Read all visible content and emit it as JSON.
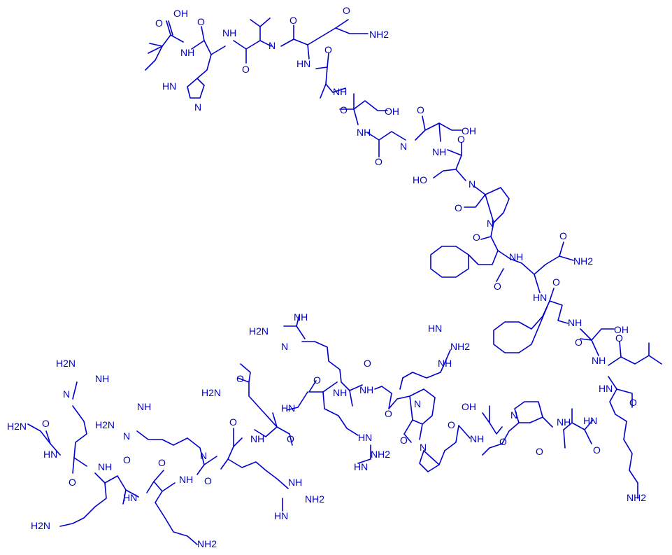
{
  "structure": {
    "color": "#0000cc",
    "labels": {
      "oh_carboxyl": "OH",
      "o_carboxyl": "O",
      "hn_imidazole": "HN",
      "n_imidazole": "N",
      "nh_his": "NH",
      "o_his": "O",
      "nh_val": "NH",
      "o_val": "O",
      "n_gln_top": "N",
      "o_gln_top": "O",
      "nh2_gln_top": "NH2",
      "hn_ala": "HN",
      "o_ala": "O",
      "nh_ser1": "NH",
      "oh_ser1": "OH",
      "o_ser1": "O",
      "nh_gly": "NH",
      "o_gly": "O",
      "n_ser2": "N",
      "o_ser2": "O",
      "oh_ser2": "OH",
      "nh_ser3": "NH",
      "ho_ser3": "HO",
      "o_ser3": "O",
      "n_pro1": "N",
      "o_pro1": "O",
      "nh_phe1": "NH",
      "o_gln2": "O",
      "nh2_gln2": "NH2",
      "hn_gln2": "HN",
      "o_phe2": "O",
      "nh_phe2": "NH",
      "oh_ser4": "OH",
      "o_ser4": "O",
      "nh_ser4": "NH",
      "hn_leu": "HN",
      "o_leu": "O",
      "hn_lys1": "HN",
      "nh2_lys1": "NH2",
      "o_lys1": "O",
      "nh_ala2": "NH",
      "o_ala2": "O",
      "o_pro2": "O",
      "n_pro2": "N",
      "oh_ser5": "OH",
      "nh_ser5": "NH",
      "o_ser5": "O",
      "o_pro3": "O",
      "n_pro3": "N",
      "o_pro4": "O",
      "n_pro4": "N",
      "hn_nh_arg1": "HN",
      "nh2_arg1": "NH2",
      "nh_arg1": "NH",
      "o_arg1": "O",
      "nh_arg1b": "NH",
      "h2n_arg2": "H2N",
      "nh_arg2": "NH",
      "n_arg2": "N",
      "o_arg2": "O",
      "nh_arg2b": "NH",
      "hn_arg3": "HN",
      "nh2_arg3": "NH2",
      "hn_arg3b": "HN",
      "o_arg3": "O",
      "h2n_gln3": "H2N",
      "o_gln3": "O",
      "nh_gln3": "NH",
      "o_gln3b": "O",
      "n_arg4": "N",
      "o_arg4": "O",
      "hn_arg4": "HN",
      "nh2_arg4": "NH2",
      "nh_arg4": "NH",
      "h2n_arg5": "H2N",
      "nh_arg5": "NH",
      "n_arg5": "N",
      "o_arg5": "O",
      "nh_arg5b": "NH",
      "o_lys2": "O",
      "hn_lys2": "HN",
      "nh2_lys2": "NH2",
      "o_lys3": "O",
      "nh_lys3": "NH",
      "h2n_lys3": "H2N",
      "h2n_arg6": "H2N",
      "nh_arg6": "NH",
      "n_arg6": "N",
      "o_arg6": "O",
      "hn_arg6": "HN",
      "h2n_gly": "H2N",
      "o_gly2": "O",
      "hn_gly2": "HN"
    }
  }
}
